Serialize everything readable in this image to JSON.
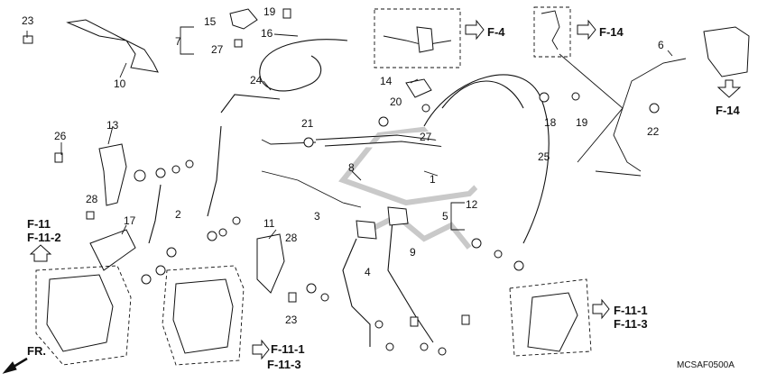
{
  "callouts": {
    "c1": "1",
    "c2": "2",
    "c3": "3",
    "c4": "4",
    "c5": "5",
    "c6": "6",
    "c7": "7",
    "c8": "8",
    "c9": "9",
    "c10": "10",
    "c11": "11",
    "c12": "12",
    "c13": "13",
    "c14": "14",
    "c15": "15",
    "c16": "16",
    "c17": "17",
    "c18": "18",
    "c19a": "19",
    "c19b": "19",
    "c20": "20",
    "c21": "21",
    "c22": "22",
    "c23a": "23",
    "c23b": "23",
    "c24": "24",
    "c25": "25",
    "c26": "26",
    "c27a": "27",
    "c27b": "27",
    "c28a": "28",
    "c28b": "28"
  },
  "references": {
    "f4": "F-4",
    "f14_top": "F-14",
    "f14_right": "F-14",
    "f11_left_a": "F-11",
    "f11_left_b": "F-11-2",
    "f11_bottom_a": "F-11-1",
    "f11_bottom_b": "F-11-3",
    "f11_right_a": "F-11-1",
    "f11_right_b": "F-11-3"
  },
  "front_label": "FR.",
  "diagram_code": "MCSAF0500A"
}
